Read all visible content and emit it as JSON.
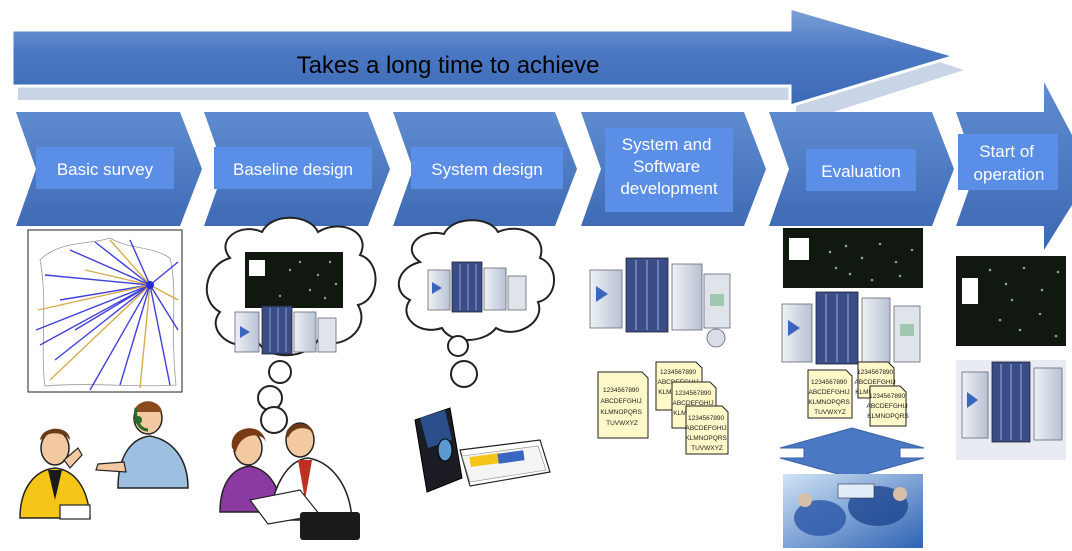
{
  "banner": {
    "text": "Takes a long time to achieve"
  },
  "stages": [
    {
      "label_lines": [
        "Basic survey"
      ]
    },
    {
      "label_lines": [
        "Baseline design"
      ]
    },
    {
      "label_lines": [
        "System design"
      ]
    },
    {
      "label_lines": [
        "System and",
        "Software",
        "development"
      ]
    },
    {
      "label_lines": [
        "Evaluation"
      ]
    },
    {
      "label_lines": [
        "Start of",
        "operation"
      ]
    }
  ],
  "documents": {
    "line1": "1234567890",
    "line2": "ABCDEFGHIJ",
    "line3": "KLMNOPQRS",
    "line4": "TUVWXYZ"
  },
  "colors": {
    "arrow_fill": "#4a78c3",
    "arrow_light": "#7fa2d8",
    "label_box": "#5b8ee6",
    "paper": "#fff8c8",
    "radar_bg": "#101810"
  },
  "icons": [
    "route-map",
    "people-on-phone",
    "thought-cloud-monitor-servers",
    "people-reviewing-document",
    "thought-cloud-servers",
    "binder-and-papers",
    "server-cluster",
    "code-documents",
    "radar-display",
    "double-arrow",
    "control-room-photo"
  ]
}
